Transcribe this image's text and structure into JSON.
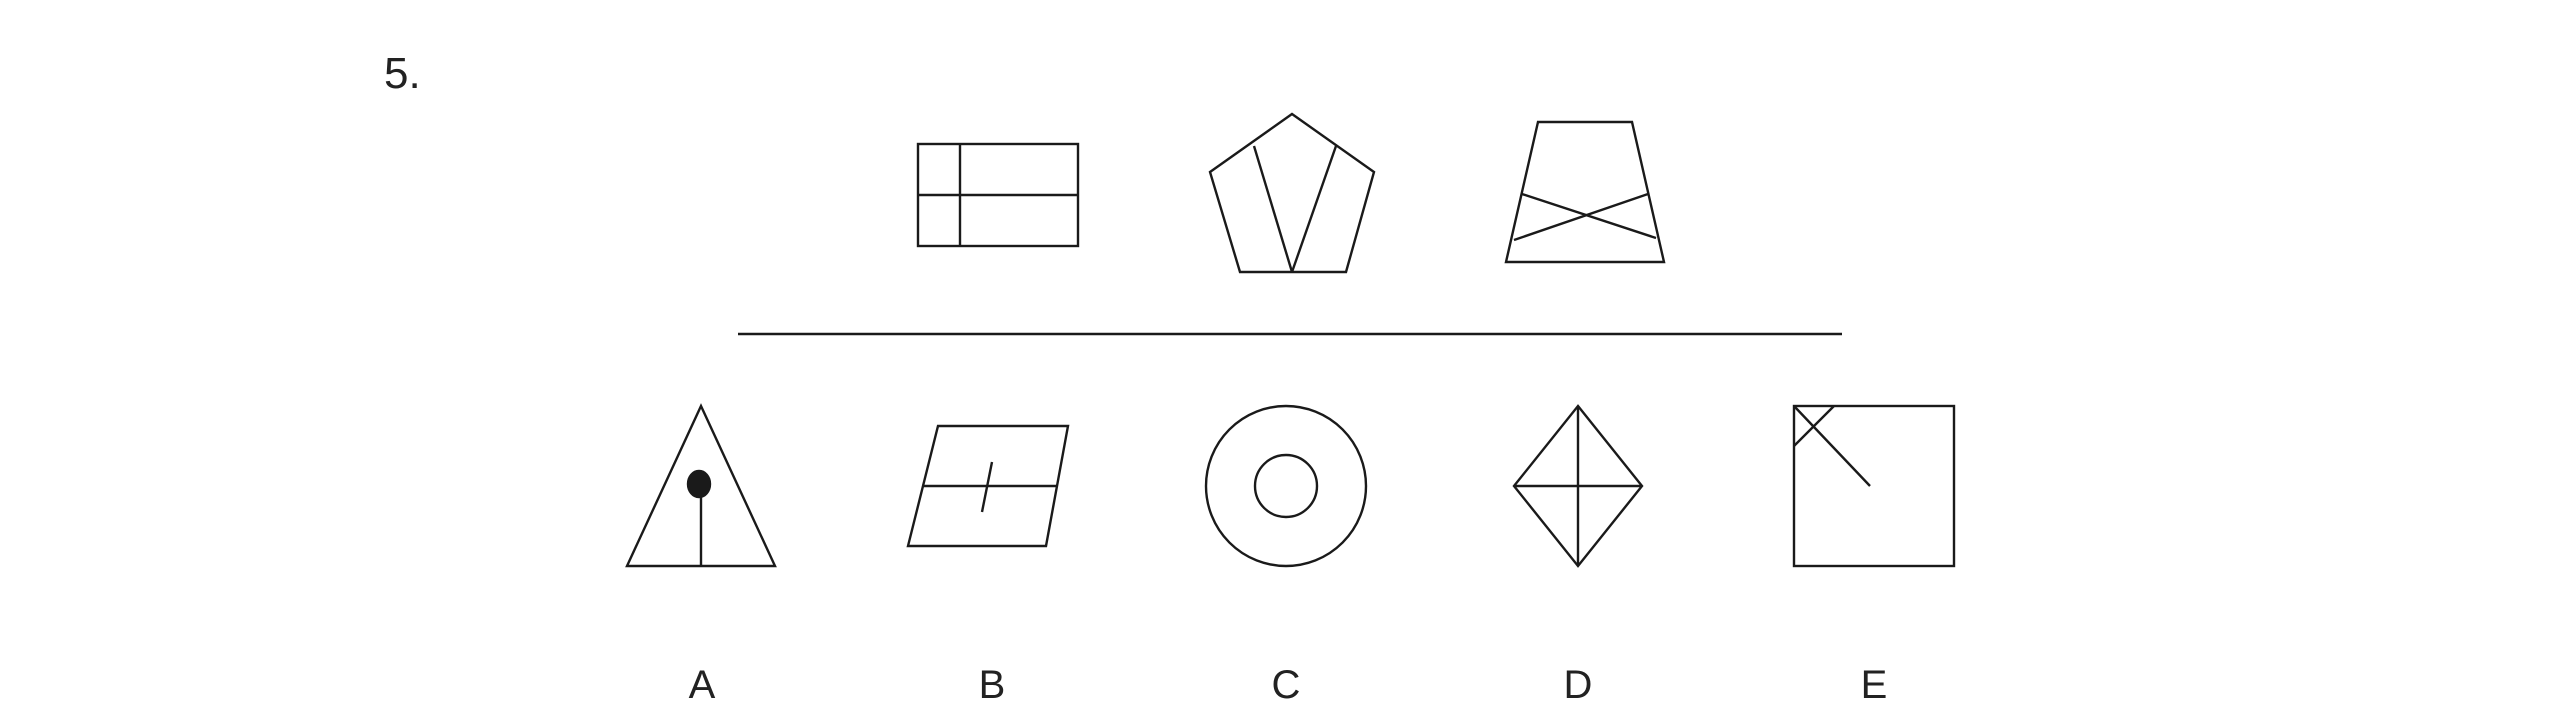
{
  "question": {
    "number": "5."
  },
  "example_figures": [
    {
      "name": "rectangle-divided-into-four-parts"
    },
    {
      "name": "pentagon-with-v-lines"
    },
    {
      "name": "trapezoid-with-cross-lines"
    }
  ],
  "options": [
    {
      "letter": "A",
      "figure": "triangle-with-dot-on-line"
    },
    {
      "letter": "B",
      "figure": "parallelogram-with-line-and-tick"
    },
    {
      "letter": "C",
      "figure": "two-concentric-circles"
    },
    {
      "letter": "D",
      "figure": "rhombus-with-cross"
    },
    {
      "letter": "E",
      "figure": "square-with-corner-x"
    }
  ],
  "colors": {
    "stroke": "#1a1a1a",
    "text": "#222222",
    "background": "#ffffff"
  }
}
